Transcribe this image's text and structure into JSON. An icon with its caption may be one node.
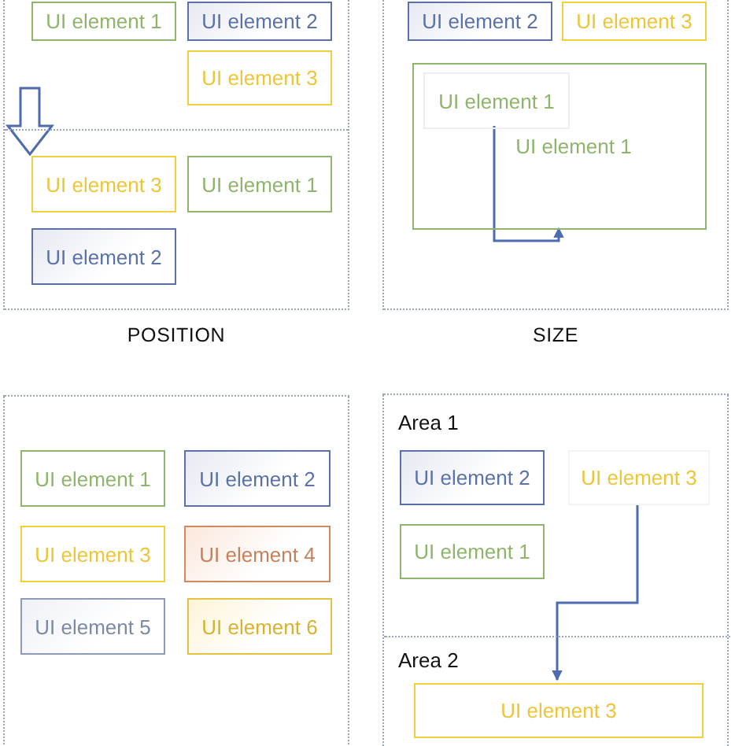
{
  "diagram": {
    "nodes": [
      {
        "text": [
          "POSITION"
        ]
      },
      {
        "text": [
          "UI element 1"
        ],
        "in": 0
      },
      {
        "text": [
          "UI element 2"
        ],
        "in": 0
      },
      {
        "text": [
          "UI element 3"
        ],
        "in": 0
      },
      {
        "text": [
          "UI element 3"
        ],
        "in": 0
      },
      {
        "text": [
          "UI element 1"
        ],
        "in": 0
      },
      {
        "text": [
          "UI element 2"
        ],
        "in": 0
      },
      {
        "text": [
          "SIZE"
        ]
      },
      {
        "text": [
          "UI element 2"
        ],
        "in": 7
      },
      {
        "text": [
          "UI element 3"
        ],
        "in": 7
      },
      {
        "text": [
          "UI element 1"
        ],
        "in": 7
      },
      {
        "text": [
          "UI element 1"
        ],
        "in": 10
      },
      {
        "text": [],
        "shape": "box"
      },
      {
        "text": [
          "UI element 1"
        ],
        "in": 12
      },
      {
        "text": [
          "UI element 2"
        ],
        "in": 12
      },
      {
        "text": [
          "UI element 3"
        ],
        "in": 12
      },
      {
        "text": [
          "UI element 4"
        ],
        "in": 12
      },
      {
        "text": [
          "UI element 5"
        ],
        "in": 12
      },
      {
        "text": [
          "UI element 6"
        ],
        "in": 12
      },
      {
        "text": [],
        "shape": "box"
      },
      {
        "text": [
          "Area 1"
        ],
        "in": 19
      },
      {
        "text": [
          "UI element 2"
        ],
        "in": 20
      },
      {
        "text": [
          "UI element 3"
        ],
        "in": 20
      },
      {
        "text": [
          "UI element 1"
        ],
        "in": 20
      },
      {
        "text": [
          "Area 2"
        ],
        "in": 19
      },
      {
        "text": [
          "UI element 3"
        ],
        "in": 24
      }
    ],
    "edges": [
      {
        "from": null,
        "to": 4,
        "arrow": "to",
        "style": "thick"
      },
      {
        "from": 11,
        "to": 10,
        "arrow": "to"
      },
      {
        "from": 22,
        "to": 25,
        "arrow": "to"
      }
    ]
  }
}
